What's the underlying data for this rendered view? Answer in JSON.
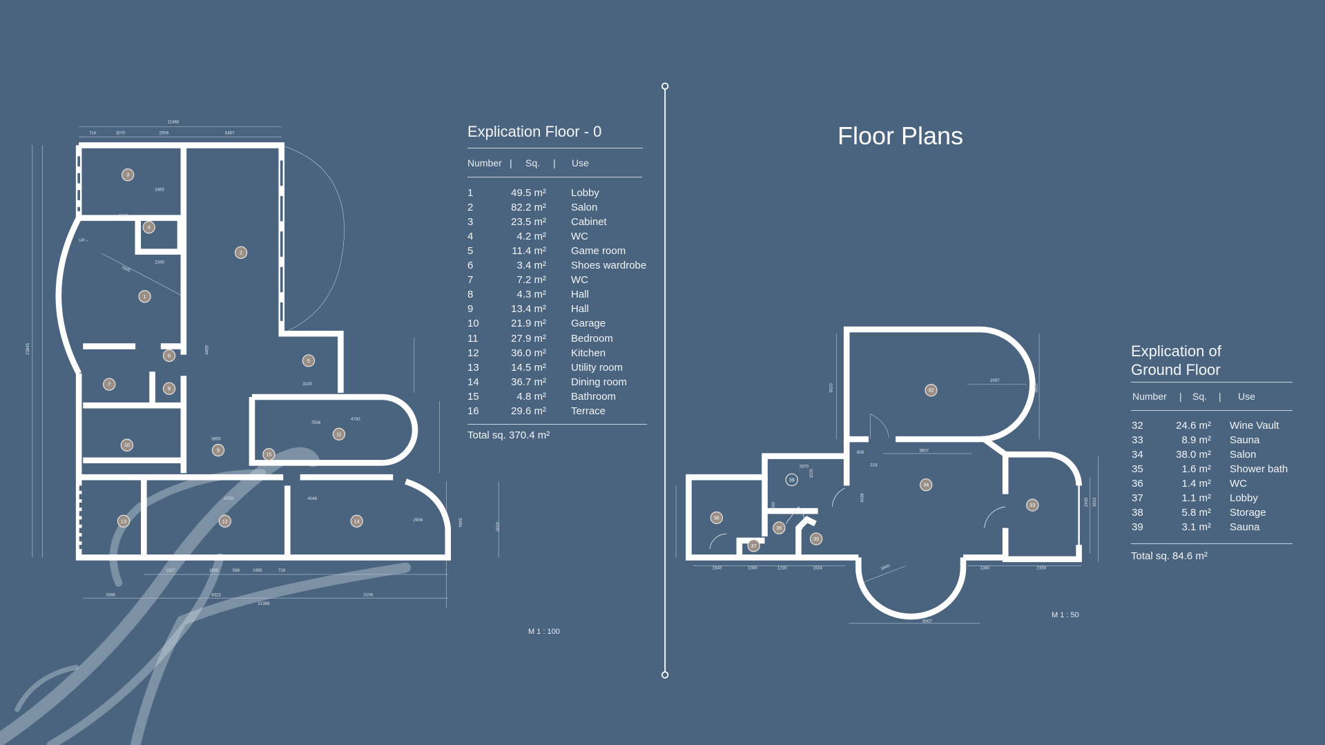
{
  "header": {
    "title": "Floor Plans"
  },
  "floor0": {
    "title": "Explication Floor - 0",
    "columns": [
      "Number",
      "|",
      "Sq.",
      "|",
      "Use"
    ],
    "rows": [
      {
        "number": "1",
        "sq": "49.5 m²",
        "use": "Lobby"
      },
      {
        "number": "2",
        "sq": "82.2 m²",
        "use": "Salon"
      },
      {
        "number": "3",
        "sq": "23.5 m²",
        "use": "Cabinet"
      },
      {
        "number": "4",
        "sq": "4.2 m²",
        "use": "WC"
      },
      {
        "number": "5",
        "sq": "11.4 m²",
        "use": "Game room"
      },
      {
        "number": "6",
        "sq": "3.4 m²",
        "use": "Shoes wardrobe"
      },
      {
        "number": "7",
        "sq": "7.2 m²",
        "use": "WC"
      },
      {
        "number": "8",
        "sq": "4.3 m²",
        "use": "Hall"
      },
      {
        "number": "9",
        "sq": "13.4 m²",
        "use": "Hall"
      },
      {
        "number": "10",
        "sq": "21.9 m²",
        "use": "Garage"
      },
      {
        "number": "11",
        "sq": "27.9 m²",
        "use": "Bedroom"
      },
      {
        "number": "12",
        "sq": "36.0 m²",
        "use": "Kitchen"
      },
      {
        "number": "13",
        "sq": "14.5 m²",
        "use": "Utility room"
      },
      {
        "number": "14",
        "sq": "36.7 m²",
        "use": "Dining room"
      },
      {
        "number": "15",
        "sq": "4.8 m²",
        "use": "Bathroom"
      },
      {
        "number": "16",
        "sq": "29.6 m²",
        "use": "Terrace"
      }
    ],
    "total": "Total sq. 370.4 m²",
    "scale": "M 1 : 100",
    "dimensions": [
      "11460",
      "714",
      "3070",
      "2009",
      "5467",
      "23845",
      "7665",
      "2465",
      "3128",
      "2345",
      "4459",
      "3850",
      "4750",
      "4046",
      "2906",
      "3100",
      "7506",
      "4700",
      "21368",
      "3346",
      "8323",
      "3109",
      "1027",
      "1995",
      "588",
      "1995",
      "719",
      "4330",
      "3694"
    ]
  },
  "ground": {
    "title_line1": "Explication of",
    "title_line2": "Ground Floor",
    "columns": [
      "Number",
      "|",
      "Sq.",
      "|",
      "Use"
    ],
    "rows": [
      {
        "number": "32",
        "sq": "24.6 m²",
        "use": "Wine Vault"
      },
      {
        "number": "33",
        "sq": "8.9 m²",
        "use": "Sauna"
      },
      {
        "number": "34",
        "sq": "38.0 m²",
        "use": "Salon"
      },
      {
        "number": "35",
        "sq": "1.6 m²",
        "use": "Shower bath"
      },
      {
        "number": "36",
        "sq": "1.4 m²",
        "use": "WC"
      },
      {
        "number": "37",
        "sq": "1.1 m²",
        "use": "Lobby"
      },
      {
        "number": "38",
        "sq": "5.8 m²",
        "use": "Storage"
      },
      {
        "number": "39",
        "sq": "3.1 m²",
        "use": "Sauna"
      }
    ],
    "total": "Total sq. 84.6 m²",
    "scale": "M 1 : 50",
    "dimensions": [
      "3620",
      "2097",
      "3620",
      "658",
      "3607",
      "318",
      "2870",
      "1535",
      "4438",
      "1000",
      "1640",
      "1000",
      "1230",
      "1534",
      "1840",
      "1380",
      "2359",
      "6007",
      "2435",
      "3613"
    ]
  },
  "colors": {
    "background": "#4a6480",
    "wall": "#ffffff",
    "room_marker": "#9a8f86"
  }
}
